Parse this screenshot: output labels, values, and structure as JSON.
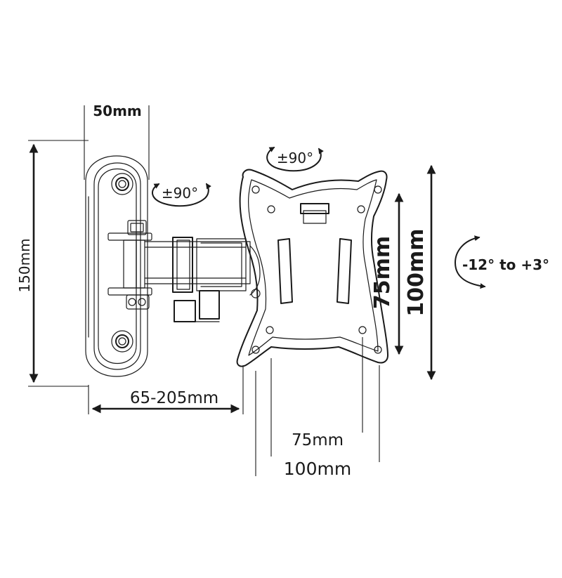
{
  "labels": {
    "wall_plate_width": "50mm",
    "wall_plate_height": "150mm",
    "arm_extension": "65-205mm",
    "vesa_75_horizontal": "75mm",
    "vesa_100_horizontal": "100mm",
    "vesa_75_vertical": "75mm",
    "vesa_100_vertical": "100mm",
    "swivel_wall": "±90°",
    "rotation_plate": "±90°",
    "tilt_range": "-12° to +3°"
  },
  "colors": {
    "line": "#1a1a1a",
    "background": "#ffffff"
  },
  "icons": {
    "swivel_wall": "curved-double-arrow-icon",
    "rotation_plate": "curved-double-arrow-icon",
    "tilt": "curved-tilt-arrow-icon"
  }
}
